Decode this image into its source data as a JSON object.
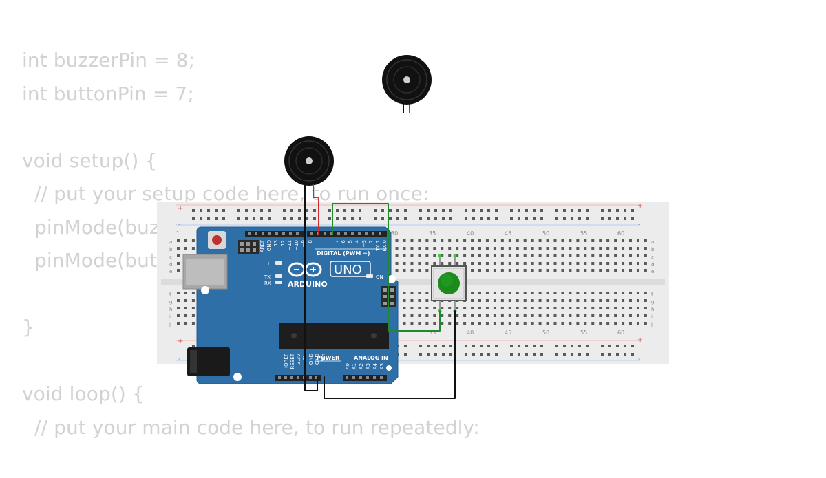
{
  "code": {
    "lines": [
      "int buzzerPin = 8;",
      "int buttonPin = 7;",
      "",
      "void setup() {",
      "  // put your setup code here, to run once:",
      "  pinMode(buzzerPin, OUTPUT);",
      "  pinMode(buttonPin, INPUT_PULLUP);",
      "",
      "}",
      "",
      "void loop() {",
      "  // put your main code here, to run repeatedly:"
    ]
  },
  "arduino": {
    "brand": "ARDUINO",
    "model": "UNO",
    "digital_label": "DIGITAL (PWM ~)",
    "power_label": "POWER",
    "analog_label": "ANALOG IN",
    "on_label": "ON",
    "led_l": "L",
    "led_tx": "TX",
    "led_rx": "RX",
    "top_pins": [
      "AREF",
      "GND",
      "13",
      "12",
      "~11",
      "~10",
      "~9",
      "8",
      "7",
      "~6",
      "~5",
      "4",
      "~3",
      "2",
      "TX 1",
      "RX 0"
    ],
    "power_pins": [
      "IOREF",
      "RESET",
      "3.3V",
      "5V",
      "GND",
      "GND",
      "Vin"
    ],
    "analog_pins": [
      "A0",
      "A1",
      "A2",
      "A3",
      "A4",
      "A5"
    ]
  },
  "breadboard": {
    "row_letters_top": [
      "a",
      "b",
      "c",
      "d",
      "e"
    ],
    "row_letters_bottom": [
      "f",
      "g",
      "h",
      "i",
      "j"
    ],
    "column_numbers": [
      "1",
      "30",
      "35",
      "40",
      "45",
      "50",
      "55",
      "60"
    ],
    "rail_plus": "+",
    "rail_minus": "-"
  },
  "colors": {
    "board": "#2f6fa8",
    "wire_black": "#111111",
    "wire_red": "#d22b2b",
    "wire_green": "#1f8a2c",
    "button_cap": "#1c8a1c",
    "code_text": "#d2d2d2"
  }
}
